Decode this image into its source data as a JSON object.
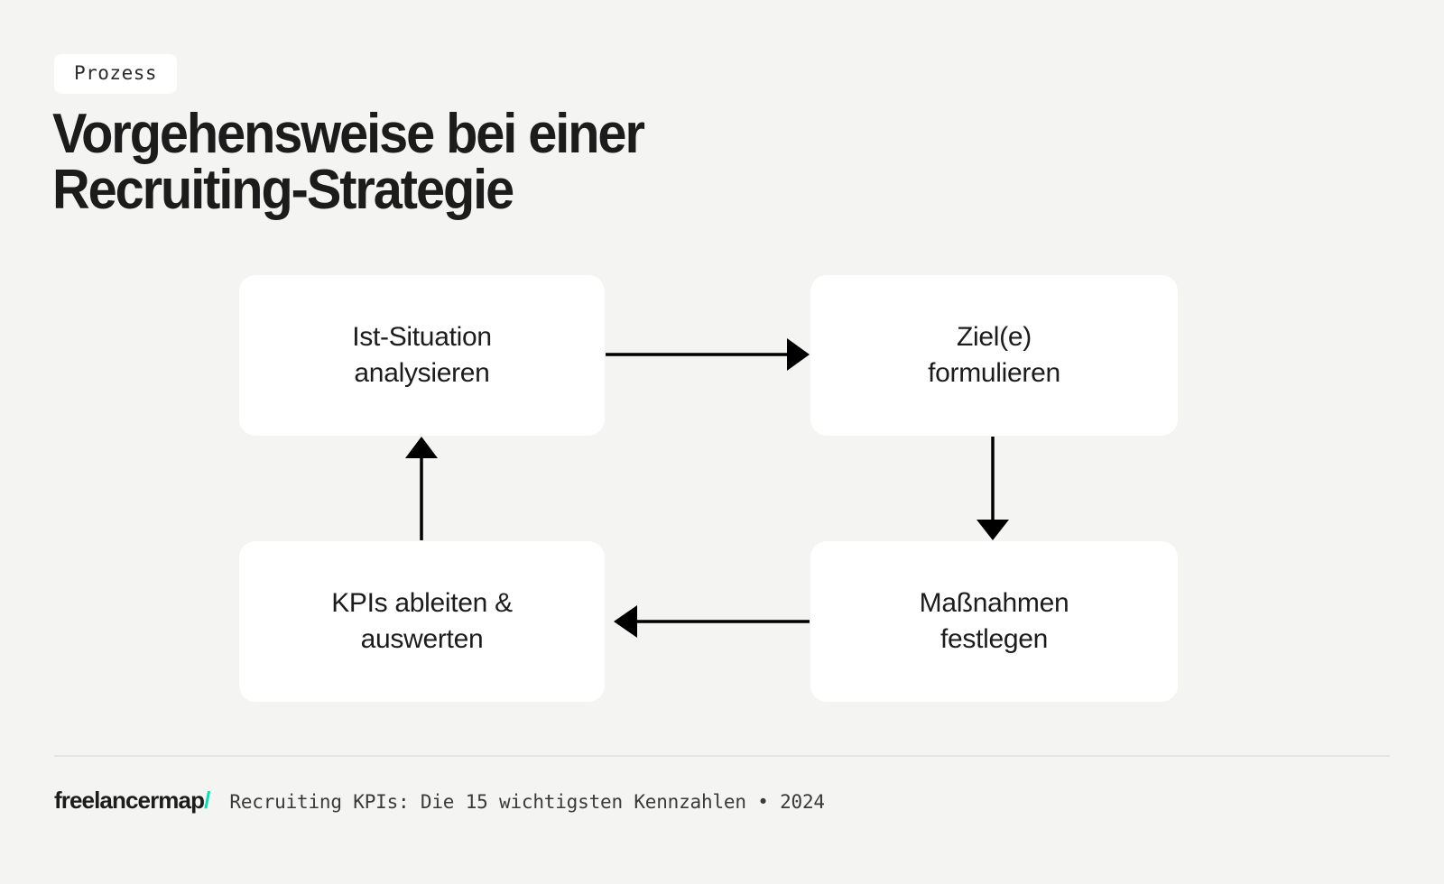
{
  "theme": {
    "background": "#f4f4f3",
    "card_background": "#ffffff",
    "text_color": "#1c1c1c",
    "accent": "#00e3b4",
    "arrow_color": "#000000",
    "separator_color": "#e3e4e3"
  },
  "header": {
    "badge": "Prozess",
    "title_line1": "Vorgehensweise bei einer",
    "title_line2": "Recruiting-Strategie"
  },
  "diagram": {
    "type": "cycle-flowchart",
    "nodes": [
      {
        "id": "ist-situation",
        "line1": "Ist-Situation",
        "line2": "analysieren",
        "position": "top-left"
      },
      {
        "id": "ziele",
        "line1": "Ziel(e)",
        "line2": "formulieren",
        "position": "top-right"
      },
      {
        "id": "massnahmen",
        "line1": "Maßnahmen",
        "line2": "festlegen",
        "position": "bottom-right"
      },
      {
        "id": "kpis",
        "line1": "KPIs ableiten &",
        "line2": "auswerten",
        "position": "bottom-left"
      }
    ],
    "edges": [
      {
        "id": "edge-ist-to-ziele",
        "from": "ist-situation",
        "to": "ziele",
        "direction": "right"
      },
      {
        "id": "edge-ziele-to-massnahmen",
        "from": "ziele",
        "to": "massnahmen",
        "direction": "down"
      },
      {
        "id": "edge-massnahmen-to-kpis",
        "from": "massnahmen",
        "to": "kpis",
        "direction": "left"
      },
      {
        "id": "edge-kpis-to-ist",
        "from": "kpis",
        "to": "ist-situation",
        "direction": "up"
      }
    ]
  },
  "footer": {
    "logo_text": "freelancermap",
    "logo_slash": "/",
    "caption": "Recruiting KPIs: Die 15 wichtigsten Kennzahlen • 2024"
  }
}
